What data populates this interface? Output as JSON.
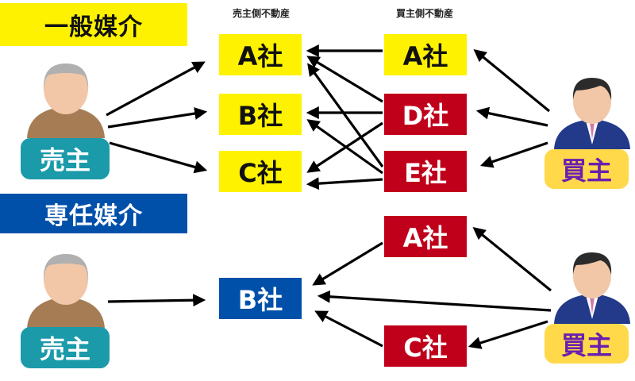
{
  "sections": {
    "general": "一般媒介",
    "exclusive": "専任媒介"
  },
  "columns": {
    "seller_agent": "売主側不動産",
    "buyer_agent": "買主側不動産"
  },
  "general": {
    "seller_label": "売主",
    "buyer_label": "買主",
    "seller_agents": [
      "A社",
      "B社",
      "C社"
    ],
    "buyer_agents": [
      "A社",
      "D社",
      "E社"
    ]
  },
  "exclusive": {
    "seller_label": "売主",
    "buyer_label": "買主",
    "seller_agent": "B社",
    "buyer_agents": [
      "A社",
      "C社"
    ]
  },
  "colors": {
    "yellow": "#fff200",
    "red": "#c0001b",
    "blue": "#0050aa",
    "seller_badge": "#1b9aaa",
    "buyer_badge": "#ffd94a"
  },
  "icons": [
    "seller-person-icon",
    "buyer-person-icon"
  ]
}
